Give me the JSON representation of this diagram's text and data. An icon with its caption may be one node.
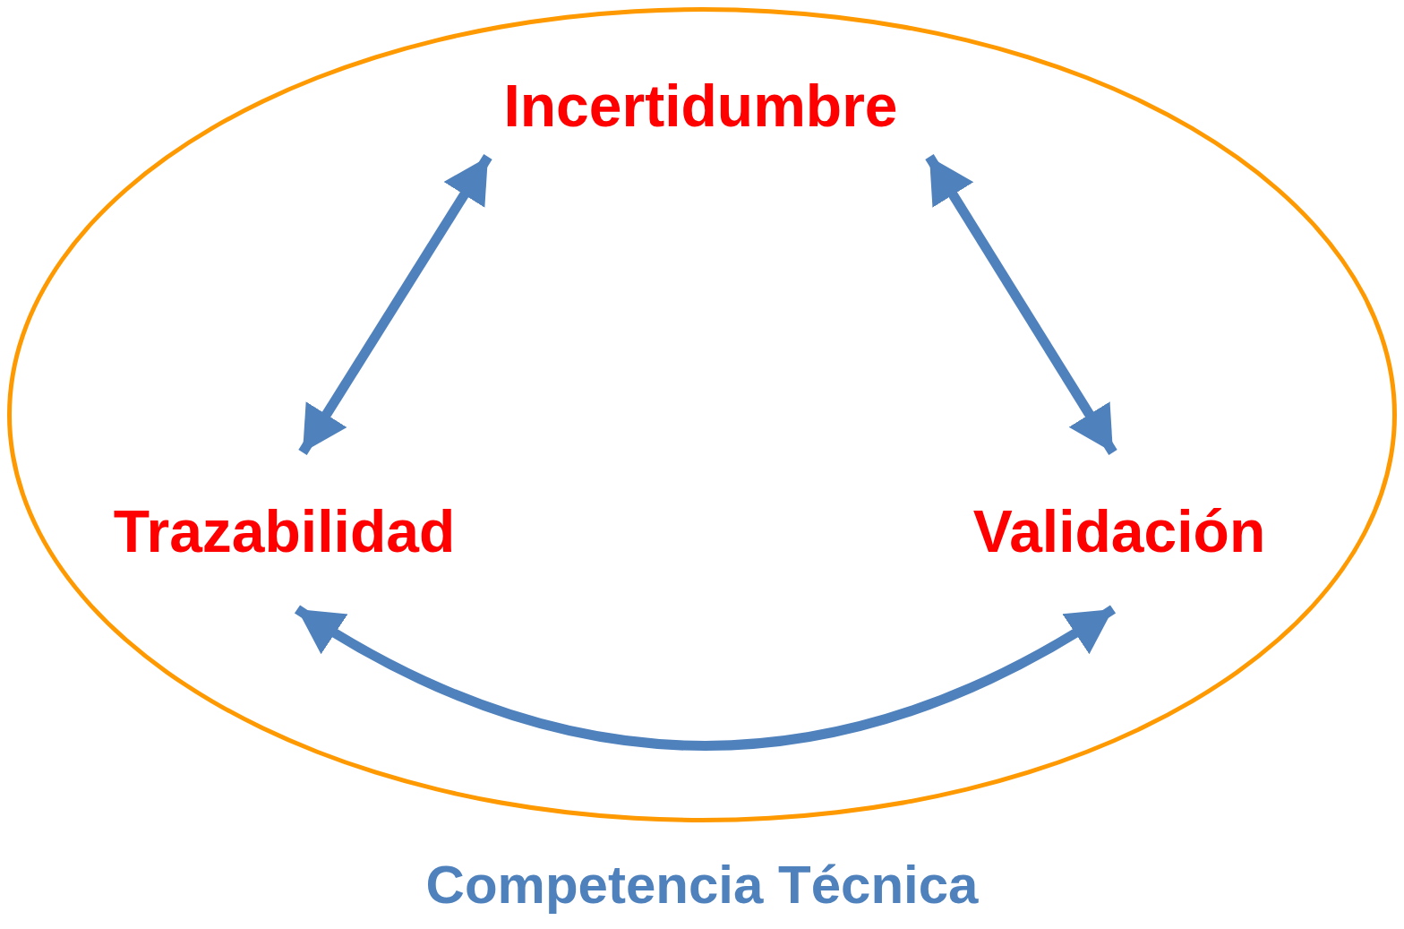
{
  "diagram": {
    "nodes": [
      {
        "text": [
          "Competencia Técnica"
        ]
      },
      {
        "text": [
          "Incertidumbre"
        ],
        "in": 0
      },
      {
        "text": [
          "Trazabilidad"
        ],
        "in": 0
      },
      {
        "text": [
          "Validación"
        ],
        "in": 0
      }
    ],
    "edges": [
      {
        "from": 1,
        "to": 2,
        "arrow": "both"
      },
      {
        "from": 1,
        "to": 3,
        "arrow": "both"
      },
      {
        "from": 2,
        "to": 3,
        "arrow": "both"
      }
    ]
  }
}
